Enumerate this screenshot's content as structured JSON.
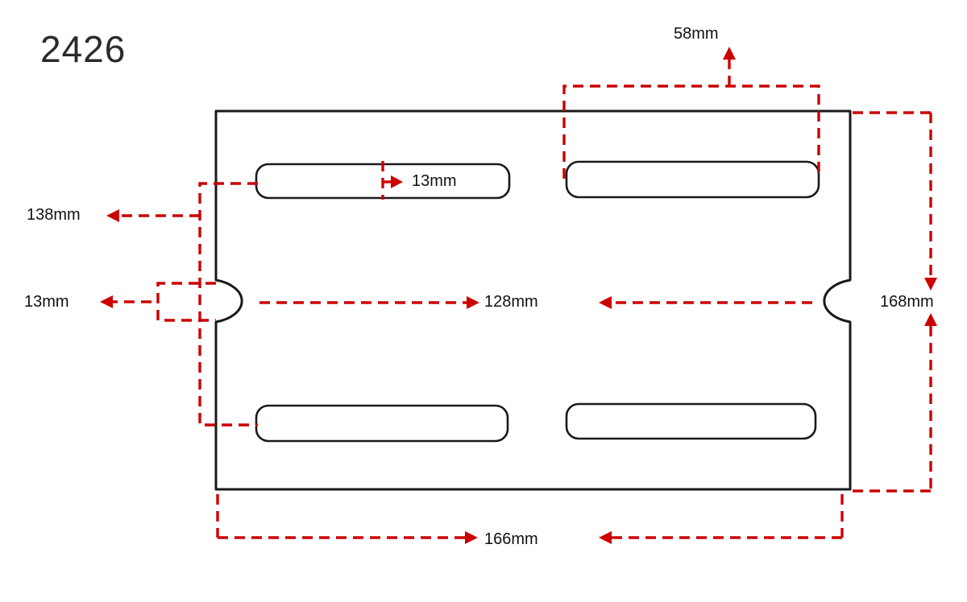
{
  "title": "2426",
  "colors": {
    "dimension_line": "#cc0000",
    "outline": "#1a1a1a",
    "label_text": "#111111",
    "background": "#ffffff"
  },
  "dimensions": {
    "top_width": "58mm",
    "slot_offset": "13mm",
    "left_span": "138mm",
    "notch_height": "13mm",
    "center_span": "128mm",
    "right_height": "168mm",
    "bottom_width": "166mm"
  }
}
